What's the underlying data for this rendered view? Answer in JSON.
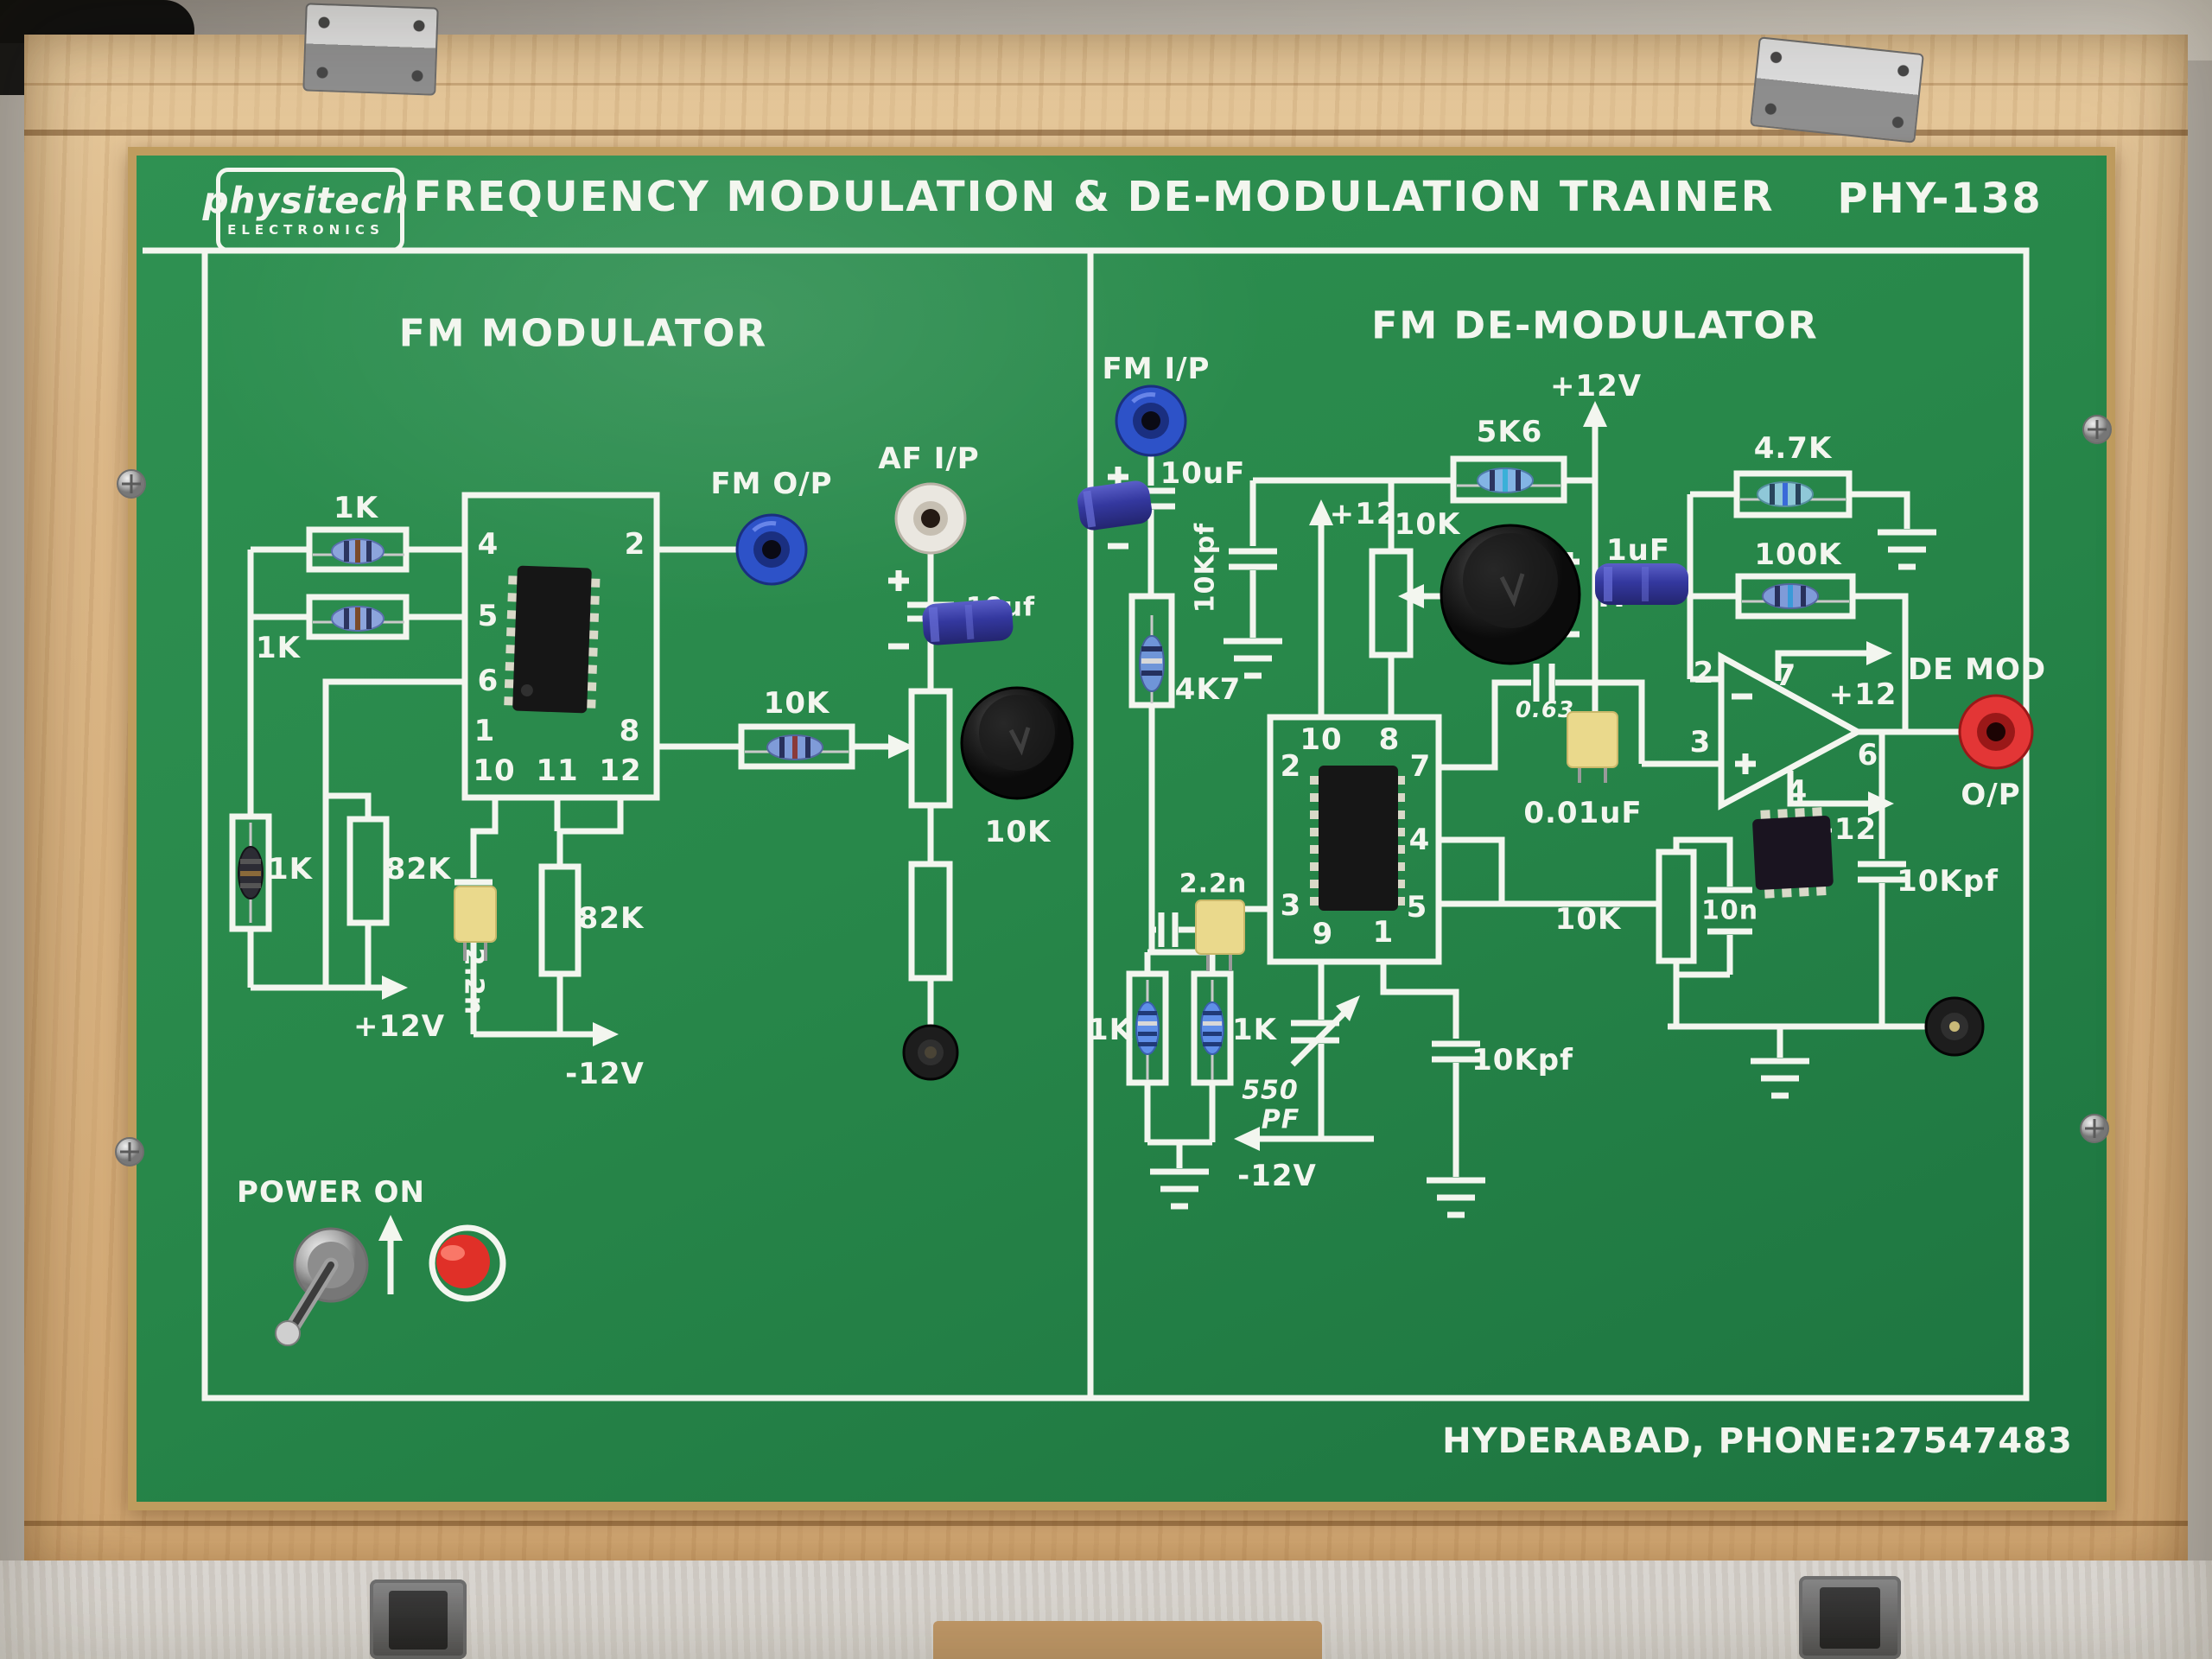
{
  "header": {
    "brand": "physitech",
    "brand_sub": "ELECTRONICS",
    "title": "FREQUENCY MODULATION & DE-MODULATION TRAINER",
    "model": "PHY-138"
  },
  "footer": {
    "location_phone": "HYDERABAD, PHONE:27547483"
  },
  "power": {
    "label": "POWER ON"
  },
  "modulator": {
    "title": "FM MODULATOR",
    "labels": {
      "r1": "1K",
      "r2": "1K",
      "r3": "1K",
      "r82a": "82K",
      "r82b": "82K",
      "c_yellow": "2.2n",
      "rail_pos": "+12V",
      "rail_neg": "-12V",
      "r_series": "10K",
      "pot": "10K",
      "cap_af": "10uf",
      "jack_fm_out": "FM O/P",
      "jack_af_in": "AF I/P"
    },
    "pins": {
      "p4": "4",
      "p5": "5",
      "p6": "6",
      "p1": "1",
      "p10": "10",
      "p11": "11",
      "p12": "12",
      "p2": "2",
      "p8": "8"
    }
  },
  "demodulator": {
    "title": "FM DE-MODULATOR",
    "labels": {
      "jack_fm_in": "FM I/P",
      "cap_in": "10uF",
      "cap_10kpf_in": "10Kpf",
      "r_4k7": "4K7",
      "rail_12": "+12",
      "pot_top": "10K",
      "r_5k6": "5K6",
      "rail_12v": "+12V",
      "cap_1uf": "1uF",
      "r_47k": "4.7K",
      "r_100k": "100K",
      "cap_063": "0.63",
      "cap_001": "0.01uF",
      "c_yellow": "2.2n",
      "r1ka": "1K",
      "r1kb": "1K",
      "trimmer_a": "550",
      "trimmer_b": "PF",
      "rail_neg": "-12V",
      "cap_10kpf_mid": "10Kpf",
      "pot_bottom": "10K",
      "cap_10n": "10n",
      "cap_10kpf_out": "10Kpf",
      "plus12": "+12",
      "minus12": "-12",
      "out_label": "DE MOD",
      "out_sub": "O/P"
    },
    "pins": {
      "p10": "10",
      "p8": "8",
      "p2": "2",
      "p7": "7",
      "p4": "4",
      "p3": "3",
      "p5": "5",
      "p9": "9",
      "p1": "1"
    },
    "opamp_pins": {
      "p2": "2",
      "p3": "3",
      "p7": "7",
      "p6": "6",
      "p4": "4"
    }
  },
  "colors": {
    "panel_green": "#28884a",
    "silkscreen": "#f3f6ef",
    "brass_edge": "#bf9c5e",
    "jack_blue": "#2d52c8",
    "jack_red": "#e33636",
    "lamp_red": "#e03028",
    "cap_yellow": "#ead98c"
  }
}
